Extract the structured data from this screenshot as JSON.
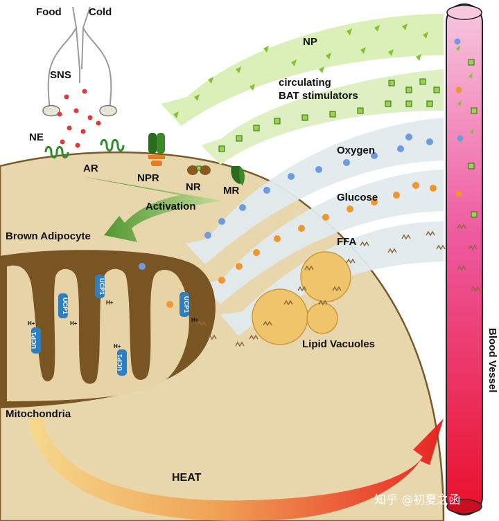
{
  "labels": {
    "food": "Food",
    "cold": "Cold",
    "sns": "SNS",
    "ne": "NE",
    "ar": "AR",
    "npr": "NPR",
    "nr": "NR",
    "mr": "MR",
    "np": "NP",
    "bat_line1": "circulating",
    "bat_line2": "BAT stimulators",
    "oxygen": "Oxygen",
    "glucose": "Glucose",
    "ffa": "FFA",
    "activation": "Activation",
    "brown_adipocyte": "Brown Adipocyte",
    "lipid_vacuoles": "Lipid Vacuoles",
    "mitochondria": "Mitochondria",
    "heat": "HEAT",
    "blood_vessel": "Blood Vessel",
    "ucp1": "UCP1",
    "h_plus": "H+",
    "watermark": "知乎 @初夏之函"
  },
  "colors": {
    "cell": "#e8d7ad",
    "cell_edge": "#7a5a2a",
    "mito_outer": "#7a5524",
    "mito_inner": "#e6d3a6",
    "ucp1": "#2f7fc0",
    "oxygen": "#6d9be0",
    "glucose": "#f0962a",
    "np": "#7cc52a",
    "bat": "#9ed24a",
    "ne_dot": "#e0383b",
    "receptor": "#3a8a2a",
    "vacuole": "#f0c46a",
    "vessel_top": "#f7b9d6",
    "vessel_bottom": "#e8102a"
  }
}
